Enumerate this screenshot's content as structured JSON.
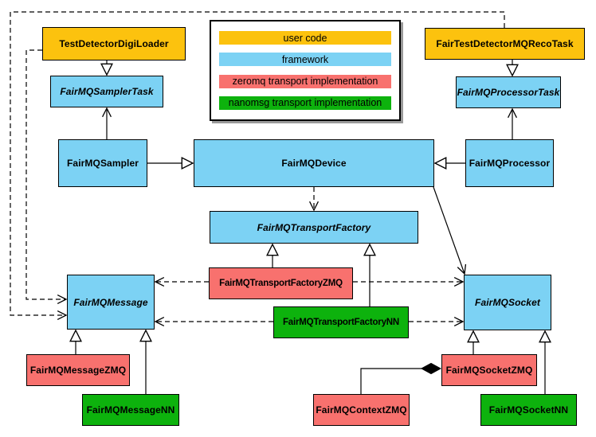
{
  "colors": {
    "user_code": "#FCC20E",
    "framework": "#7CD2F4",
    "zeromq": "#F8716E",
    "nanomsg": "#0DB20D",
    "background": "#FFFFFF"
  },
  "legend": {
    "items": [
      {
        "label": "user code",
        "type": "user_code"
      },
      {
        "label": "framework",
        "type": "framework"
      },
      {
        "label": "zeromq transport implementation",
        "type": "zeromq"
      },
      {
        "label": "nanomsg transport implementation",
        "type": "nanomsg"
      }
    ]
  },
  "nodes": {
    "testDetectorDigiLoader": {
      "label": "TestDetectorDigiLoader",
      "type": "user_code",
      "abstract": false
    },
    "fairTestDetectorMQRecoTask": {
      "label": "FairTestDetectorMQRecoTask",
      "type": "user_code",
      "abstract": false
    },
    "fairMQSamplerTask": {
      "label": "FairMQSamplerTask",
      "type": "framework",
      "abstract": true
    },
    "fairMQProcessorTask": {
      "label": "FairMQProcessorTask",
      "type": "framework",
      "abstract": true
    },
    "fairMQSampler": {
      "label": "FairMQSampler",
      "type": "framework",
      "abstract": false
    },
    "fairMQDevice": {
      "label": "FairMQDevice",
      "type": "framework",
      "abstract": false
    },
    "fairMQProcessor": {
      "label": "FairMQProcessor",
      "type": "framework",
      "abstract": false
    },
    "fairMQTransportFactory": {
      "label": "FairMQTransportFactory",
      "type": "framework",
      "abstract": true
    },
    "fairMQTransportFactoryZMQ": {
      "label": "FairMQTransportFactoryZMQ",
      "type": "zeromq",
      "abstract": false
    },
    "fairMQTransportFactoryNN": {
      "label": "FairMQTransportFactoryNN",
      "type": "nanomsg",
      "abstract": false
    },
    "fairMQMessage": {
      "label": "FairMQMessage",
      "type": "framework",
      "abstract": true
    },
    "fairMQSocket": {
      "label": "FairMQSocket",
      "type": "framework",
      "abstract": true
    },
    "fairMQMessageZMQ": {
      "label": "FairMQMessageZMQ",
      "type": "zeromq",
      "abstract": false
    },
    "fairMQMessageNN": {
      "label": "FairMQMessageNN",
      "type": "nanomsg",
      "abstract": false
    },
    "fairMQContextZMQ": {
      "label": "FairMQContextZMQ",
      "type": "zeromq",
      "abstract": false
    },
    "fairMQSocketZMQ": {
      "label": "FairMQSocketZMQ",
      "type": "zeromq",
      "abstract": false
    },
    "fairMQSocketNN": {
      "label": "FairMQSocketNN",
      "type": "nanomsg",
      "abstract": false
    }
  },
  "edges": [
    {
      "from": "TestDetectorDigiLoader",
      "to": "FairMQSamplerTask",
      "kind": "inheritance"
    },
    {
      "from": "FairTestDetectorMQRecoTask",
      "to": "FairMQProcessorTask",
      "kind": "inheritance"
    },
    {
      "from": "FairMQSampler",
      "to": "FairMQDevice",
      "kind": "inheritance"
    },
    {
      "from": "FairMQProcessor",
      "to": "FairMQDevice",
      "kind": "inheritance"
    },
    {
      "from": "FairMQSampler",
      "to": "FairMQSamplerTask",
      "kind": "association"
    },
    {
      "from": "FairMQProcessor",
      "to": "FairMQProcessorTask",
      "kind": "association"
    },
    {
      "from": "FairMQDevice",
      "to": "FairMQTransportFactory",
      "kind": "dependency"
    },
    {
      "from": "FairMQDevice",
      "to": "FairMQSocket",
      "kind": "association"
    },
    {
      "from": "FairMQTransportFactoryZMQ",
      "to": "FairMQTransportFactory",
      "kind": "inheritance"
    },
    {
      "from": "FairMQTransportFactoryNN",
      "to": "FairMQTransportFactory",
      "kind": "inheritance"
    },
    {
      "from": "FairMQTransportFactoryZMQ",
      "to": "FairMQMessage",
      "kind": "dependency"
    },
    {
      "from": "FairMQTransportFactoryZMQ",
      "to": "FairMQSocket",
      "kind": "dependency"
    },
    {
      "from": "FairMQTransportFactoryNN",
      "to": "FairMQMessage",
      "kind": "dependency"
    },
    {
      "from": "FairMQTransportFactoryNN",
      "to": "FairMQSocket",
      "kind": "dependency"
    },
    {
      "from": "TestDetectorDigiLoader",
      "to": "FairMQMessage",
      "kind": "dependency"
    },
    {
      "from": "FairTestDetectorMQRecoTask",
      "to": "FairMQMessage",
      "kind": "dependency"
    },
    {
      "from": "FairMQMessageZMQ",
      "to": "FairMQMessage",
      "kind": "inheritance"
    },
    {
      "from": "FairMQMessageNN",
      "to": "FairMQMessage",
      "kind": "inheritance"
    },
    {
      "from": "FairMQSocketZMQ",
      "to": "FairMQSocket",
      "kind": "inheritance"
    },
    {
      "from": "FairMQSocketNN",
      "to": "FairMQSocket",
      "kind": "inheritance"
    },
    {
      "from": "FairMQContextZMQ",
      "to": "FairMQSocketZMQ",
      "kind": "composition"
    }
  ]
}
